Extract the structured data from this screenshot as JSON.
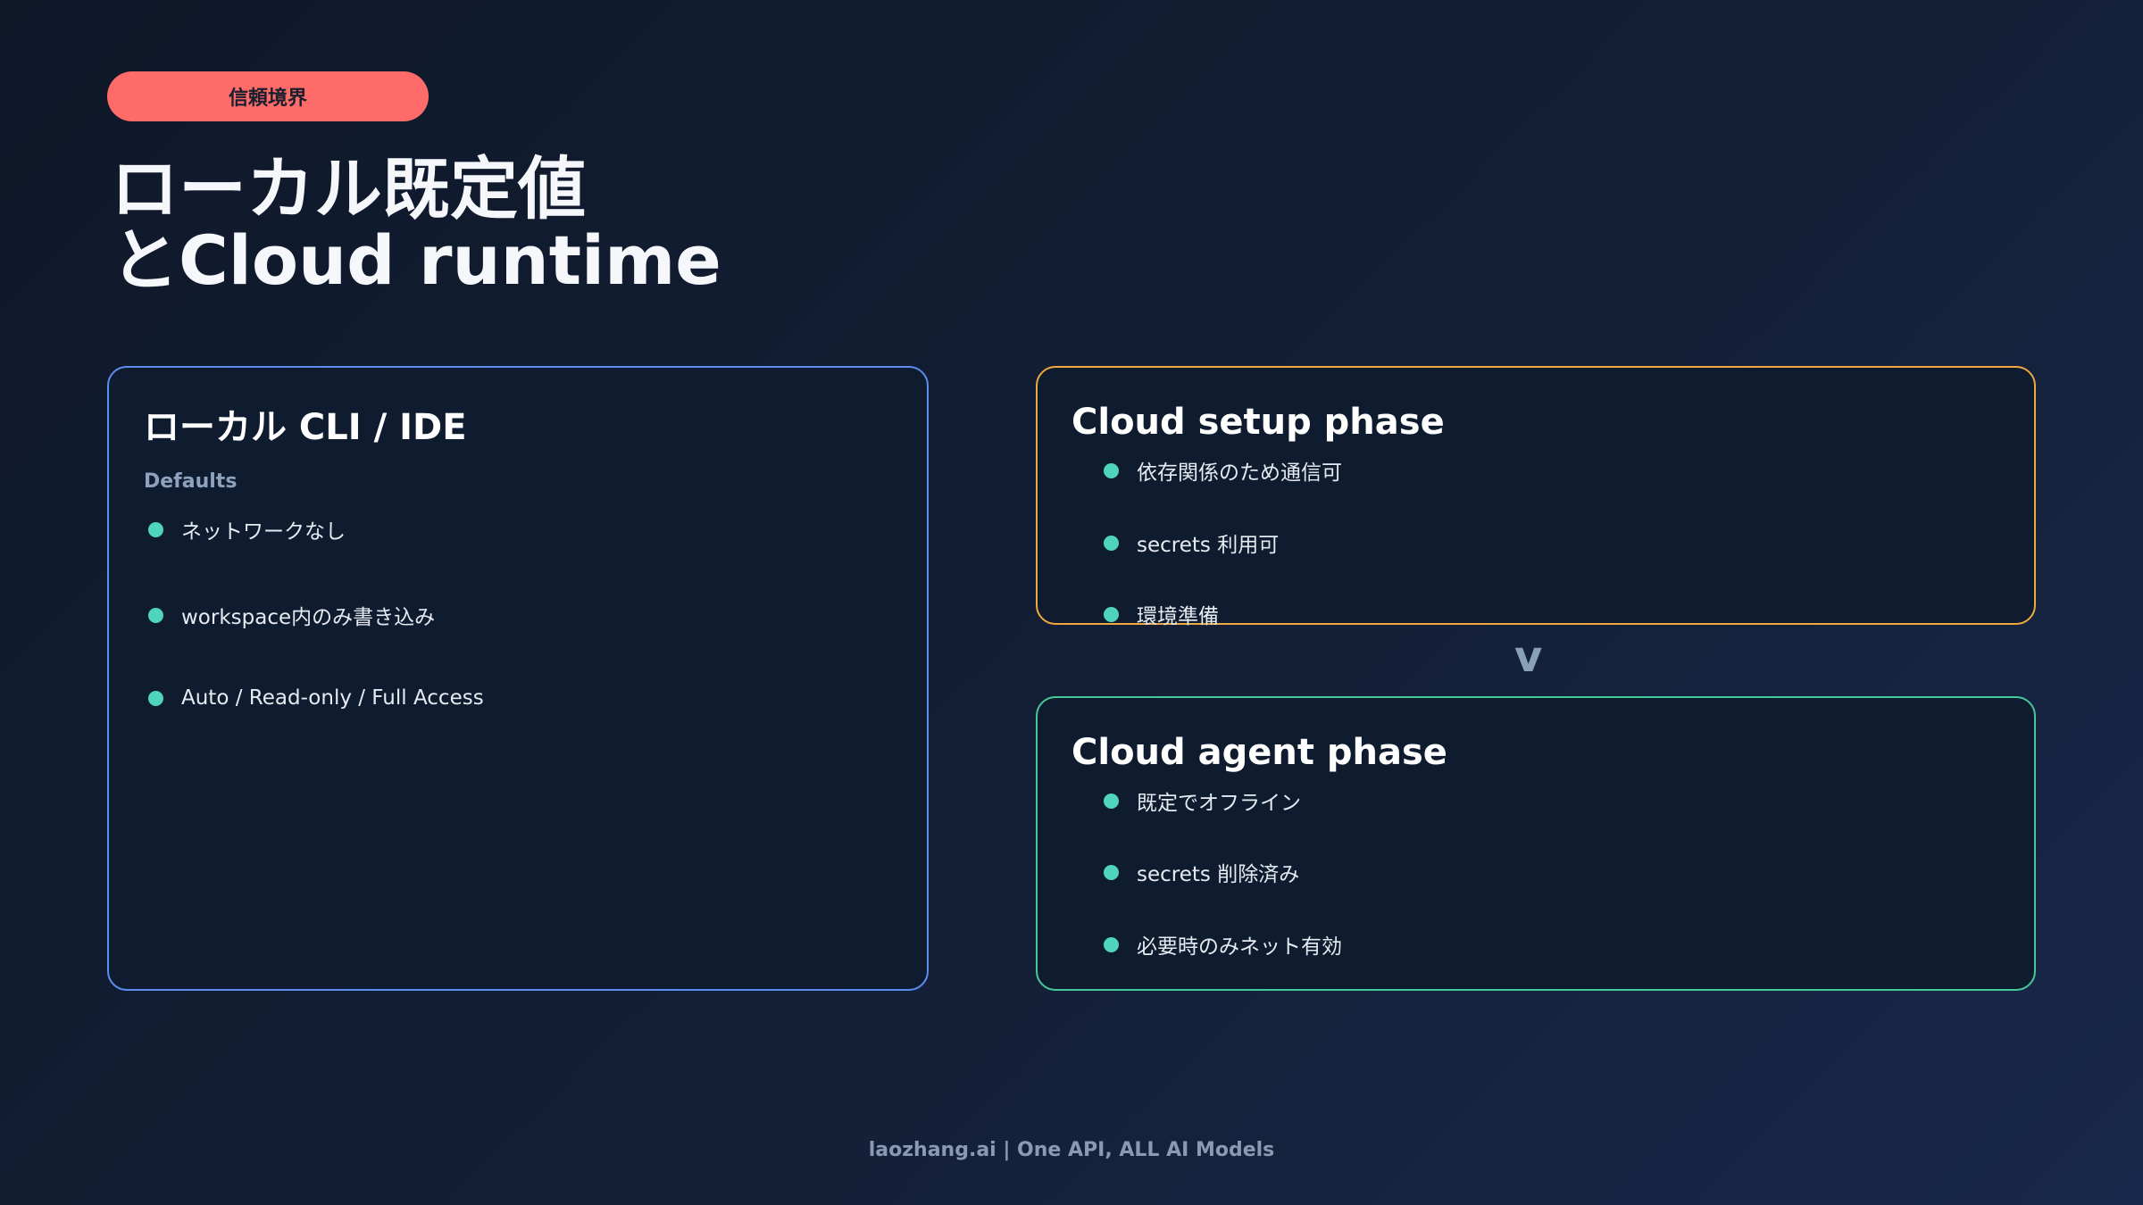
{
  "badge": "信頼境界",
  "title": {
    "line1": "ローカル既定値",
    "line2": "とCloud runtime"
  },
  "local": {
    "title": "ローカル CLI / IDE",
    "subtitle": "Defaults",
    "items": [
      "ネットワークなし",
      "workspace内のみ書き込み",
      "Auto / Read-only / Full Access"
    ]
  },
  "setup": {
    "title": "Cloud setup phase",
    "items": [
      "依存関係のため通信可",
      "secrets 利用可",
      "環境準備"
    ]
  },
  "arrow": "v",
  "agent": {
    "title": "Cloud agent phase",
    "items": [
      "既定でオフライン",
      "secrets 削除済み",
      "必要時のみネット有効"
    ]
  },
  "footer": "laozhang.ai | One API, ALL AI Models",
  "colors": {
    "badge": "#ff6b68",
    "local_border": "#5b8df0",
    "setup_border": "#f0a93e",
    "agent_border": "#46c99a",
    "bullet": "#4fd4c0"
  }
}
